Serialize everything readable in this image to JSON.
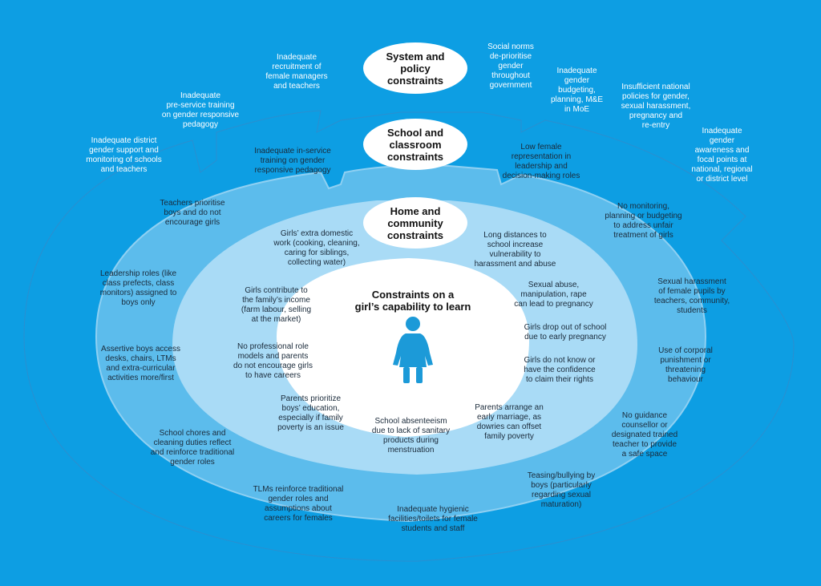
{
  "colors": {
    "background": "#0d9ee3",
    "ring_system": "#0d9ee3",
    "ring_school": "#5cbcec",
    "ring_home": "#a9dbf6",
    "center": "#ffffff",
    "figure": "#1c9ad8"
  },
  "titles": {
    "system": "System and\npolicy\nconstraints",
    "school": "School and\nclassroom\nconstraints",
    "home": "Home and\ncommunity\nconstraints",
    "center": "Constraints on a\ngirl’s capability to learn"
  },
  "system_items": [
    "Inadequate\nrecruitment of\nfemale managers\nand teachers",
    "Social norms\nde-prioritise\ngender\nthroughout\ngovernment",
    "Inadequate\npre-service training\non gender responsive\npedagogy",
    "Inadequate\ngender\nbudgeting,\nplanning, M&E\nin MoE",
    "Insufficient national\npolicies for gender,\nsexual harassment,\npregnancy and\nre-entry",
    "Inadequate district\ngender support and\nmonitoring of schools\nand teachers",
    "Inadequate\ngender\nawareness and\nfocal points at\nnational, regional\nor district level"
  ],
  "school_items": [
    "Inadequate in-service\ntraining on gender\nresponsive pedagogy",
    "Low female\nrepresentation in\nleadership and\ndecision-making roles",
    "Teachers prioritise\nboys and do not\nencourage girls",
    "No monitoring,\nplanning or budgeting\nto address unfair\ntreatment of girls",
    "Leadership roles (like\nclass prefects, class\nmonitors) assigned to\nboys only",
    "Sexual harassment\nof female pupils by\nteachers, community,\nstudents",
    "Assertive boys access\ndesks, chairs, LTMs\nand extra-curricular\nactivities more/first",
    "Use of corporal\npunishment or\nthreatening\nbehaviour",
    "School chores and\ncleaning duties reflect\nand reinforce traditional\ngender roles",
    "No guidance\ncounsellor or\ndesignated trained\nteacher to provide\na safe space",
    "TLMs reinforce traditional\ngender roles and\nassumptions about\ncareers for females",
    "Teasing/bullying by\nboys (particularly\nregarding sexual\nmaturation)",
    "Inadequate hygienic\nfacilities/toilets for female\nstudents and staff"
  ],
  "home_items": [
    "Girls’ extra domestic\nwork (cooking, cleaning,\ncaring for siblings,\ncollecting water)",
    "Long distances to\nschool increase\nvulnerability to\nharassment and abuse",
    "Girls contribute to\nthe family’s income\n(farm labour, selling\nat the market)",
    "Sexual abuse,\nmanipulation, rape\ncan lead to pregnancy",
    "Girls drop out of school\ndue to early pregnancy",
    "No professional role\nmodels and parents\ndo not encourage girls\nto have careers",
    "Girls do not know or\nhave the confidence\nto claim their rights",
    "Parents prioritize\nboys’ education,\nespecially if family\npoverty is an issue",
    "Parents arrange an\nearly marriage, as\ndowries can offset\nfamily poverty",
    "School absenteeism\ndue to lack of sanitary\nproducts during\nmenstruation"
  ],
  "icons": {
    "center_figure": "girl-figure-icon"
  }
}
